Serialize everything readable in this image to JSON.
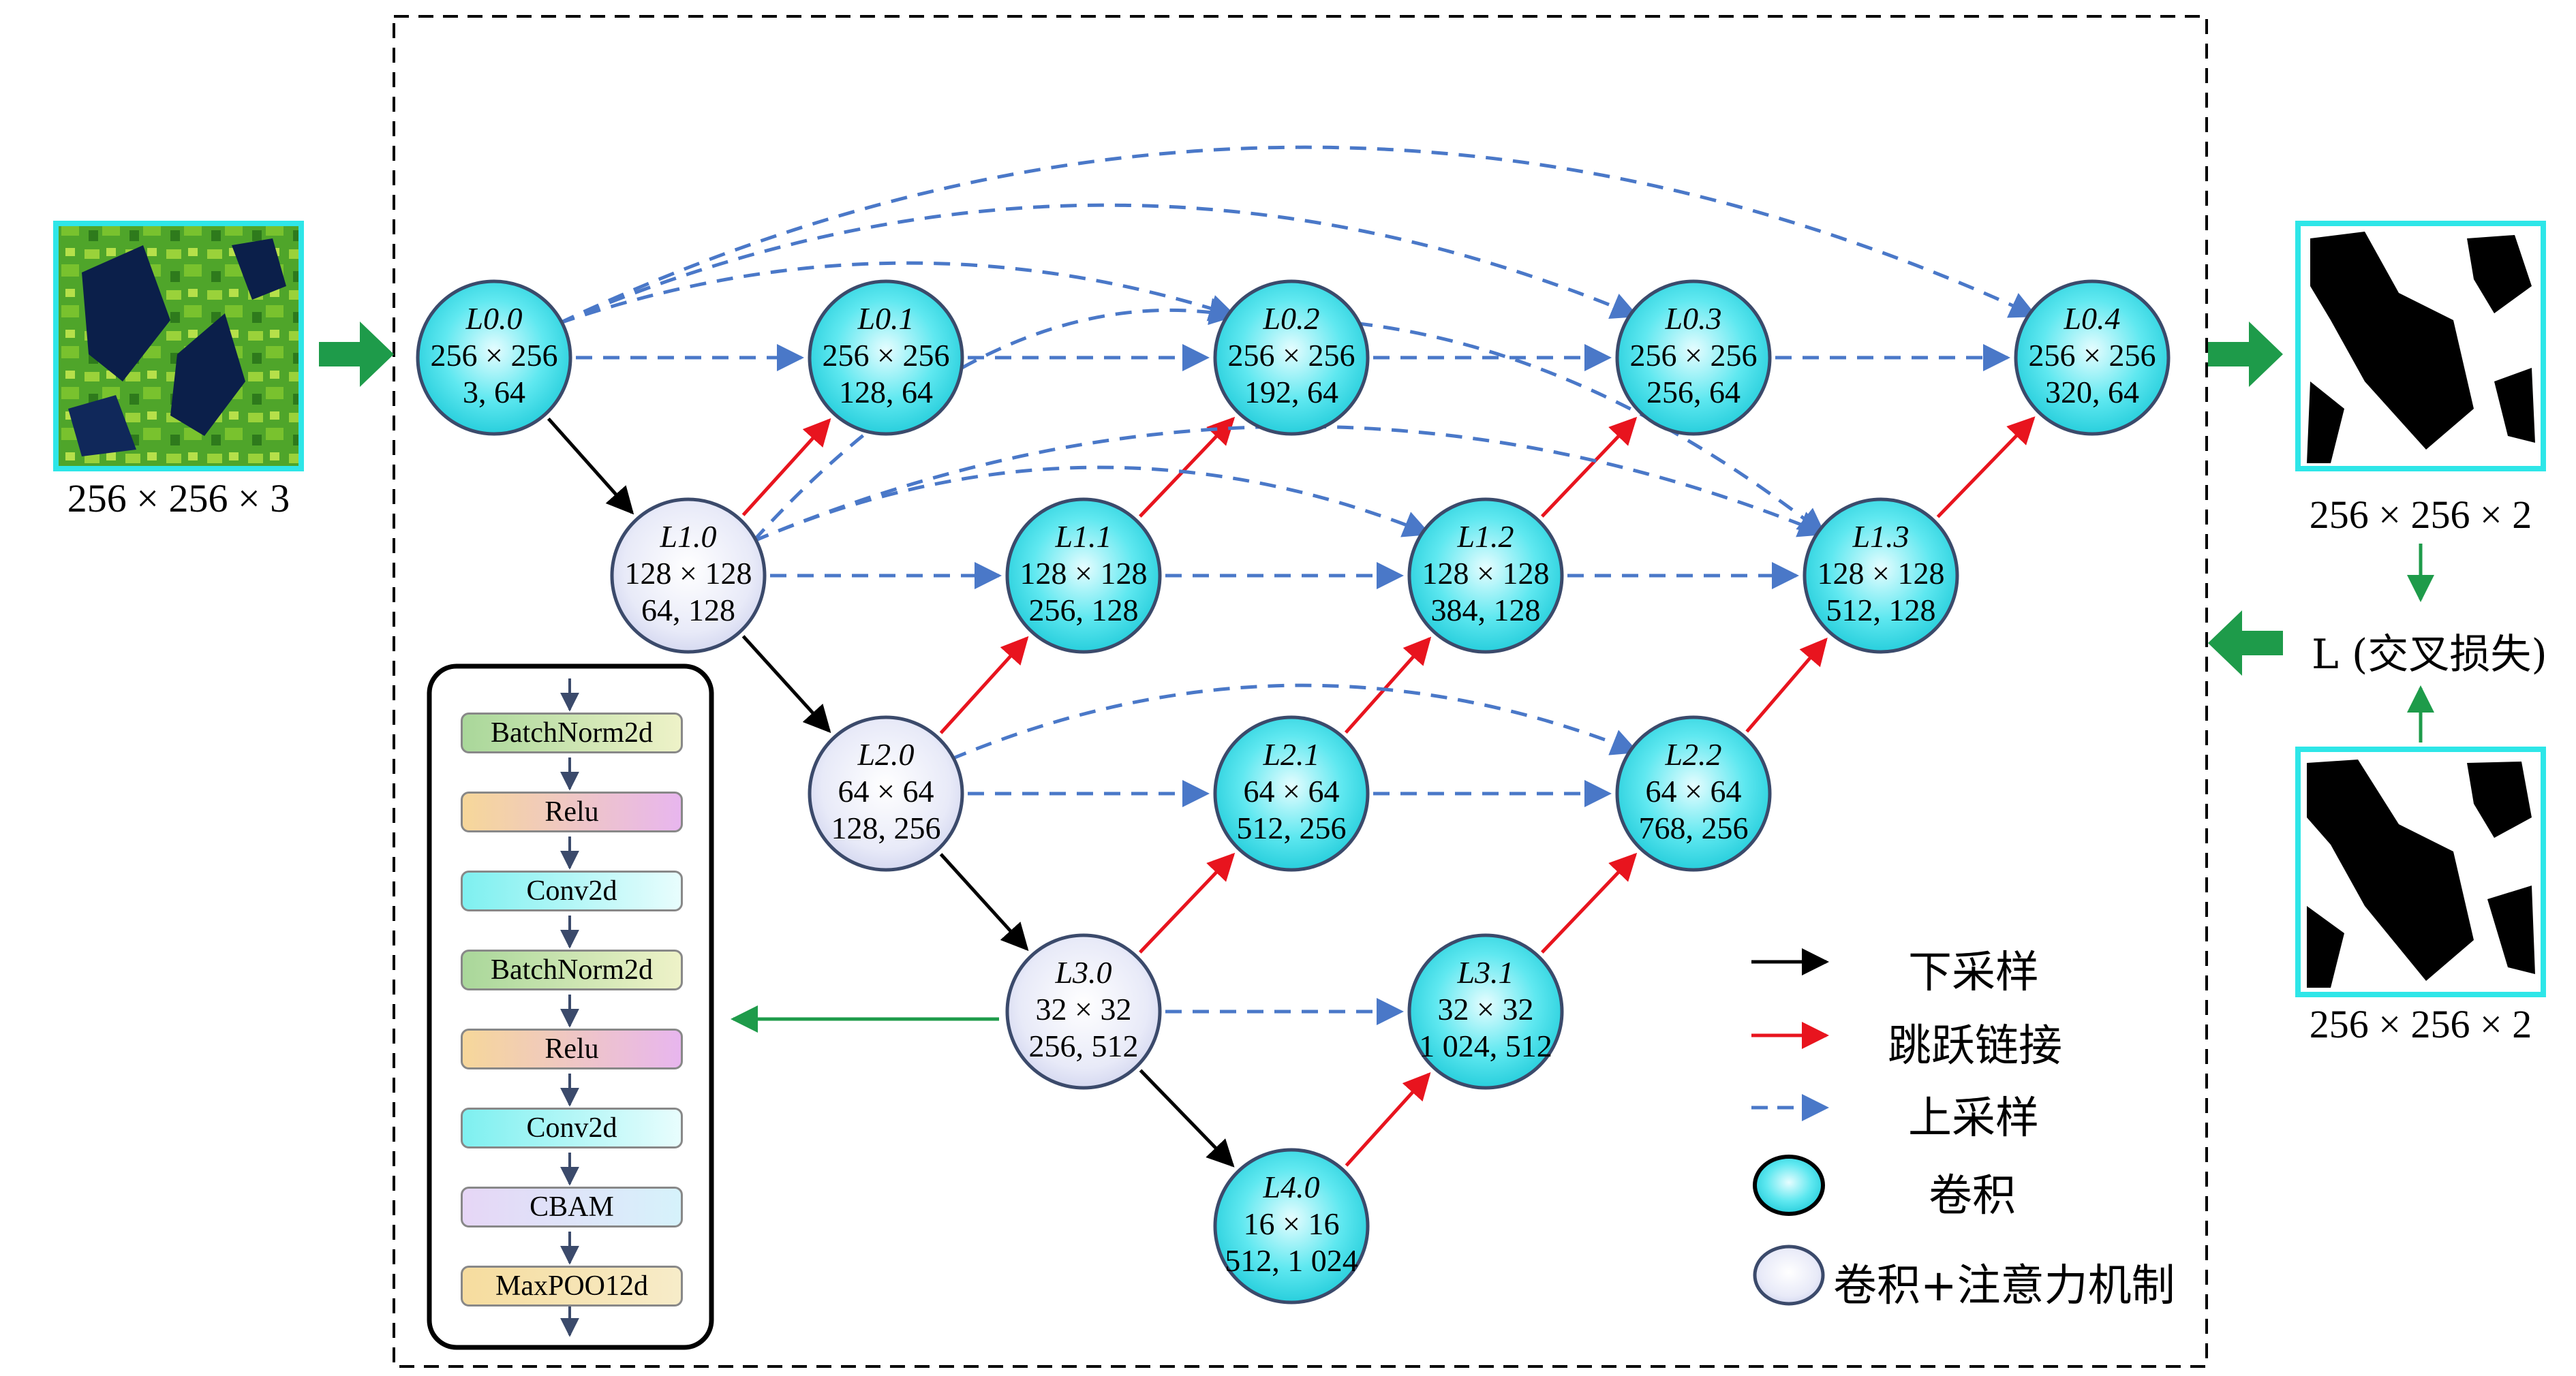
{
  "input_caption": "256 × 256 × 3",
  "output_caption": "256 × 256 × 2",
  "target_caption": "256 × 256 × 2",
  "loss_label": "L (交叉损失)",
  "nodes": [
    {
      "id": "L0.0",
      "dims": "256 × 256",
      "ch": "3, 64",
      "type": "conv"
    },
    {
      "id": "L0.1",
      "dims": "256 × 256",
      "ch": "128, 64",
      "type": "conv"
    },
    {
      "id": "L0.2",
      "dims": "256 × 256",
      "ch": "192, 64",
      "type": "conv"
    },
    {
      "id": "L0.3",
      "dims": "256 × 256",
      "ch": "256, 64",
      "type": "conv"
    },
    {
      "id": "L0.4",
      "dims": "256 × 256",
      "ch": "320, 64",
      "type": "conv"
    },
    {
      "id": "L1.0",
      "dims": "128 × 128",
      "ch": "64, 128",
      "type": "attn"
    },
    {
      "id": "L1.1",
      "dims": "128 × 128",
      "ch": "256, 128",
      "type": "conv"
    },
    {
      "id": "L1.2",
      "dims": "128 × 128",
      "ch": "384, 128",
      "type": "conv"
    },
    {
      "id": "L1.3",
      "dims": "128 × 128",
      "ch": "512, 128",
      "type": "conv"
    },
    {
      "id": "L2.0",
      "dims": "64 × 64",
      "ch": "128, 256",
      "type": "attn"
    },
    {
      "id": "L2.1",
      "dims": "64 × 64",
      "ch": "512, 256",
      "type": "conv"
    },
    {
      "id": "L2.2",
      "dims": "64 × 64",
      "ch": "768, 256",
      "type": "conv"
    },
    {
      "id": "L3.0",
      "dims": "32 × 32",
      "ch": "256, 512",
      "type": "attn"
    },
    {
      "id": "L3.1",
      "dims": "32 × 32",
      "ch": "1 024, 512",
      "type": "conv"
    },
    {
      "id": "L4.0",
      "dims": "16 × 16",
      "ch": "512, 1 024",
      "type": "conv"
    }
  ],
  "block_layers": [
    "BatchNorm2d",
    "Relu",
    "Conv2d",
    "BatchNorm2d",
    "Relu",
    "Conv2d",
    "CBAM",
    "MaxPOO12d"
  ],
  "legend": {
    "downsample": "下采样",
    "skip": "跳跃链接",
    "upsample": "上采样",
    "conv": "卷积",
    "conv_attn": "卷积+注意力机制"
  },
  "colors": {
    "downsample": "#000000",
    "skip": "#e8141e",
    "upsample": "#4a78c8",
    "flow_arrow": "#1e9b4a",
    "conv_fill": "#3fe0ea",
    "attn_fill": "#e6e8f6"
  }
}
